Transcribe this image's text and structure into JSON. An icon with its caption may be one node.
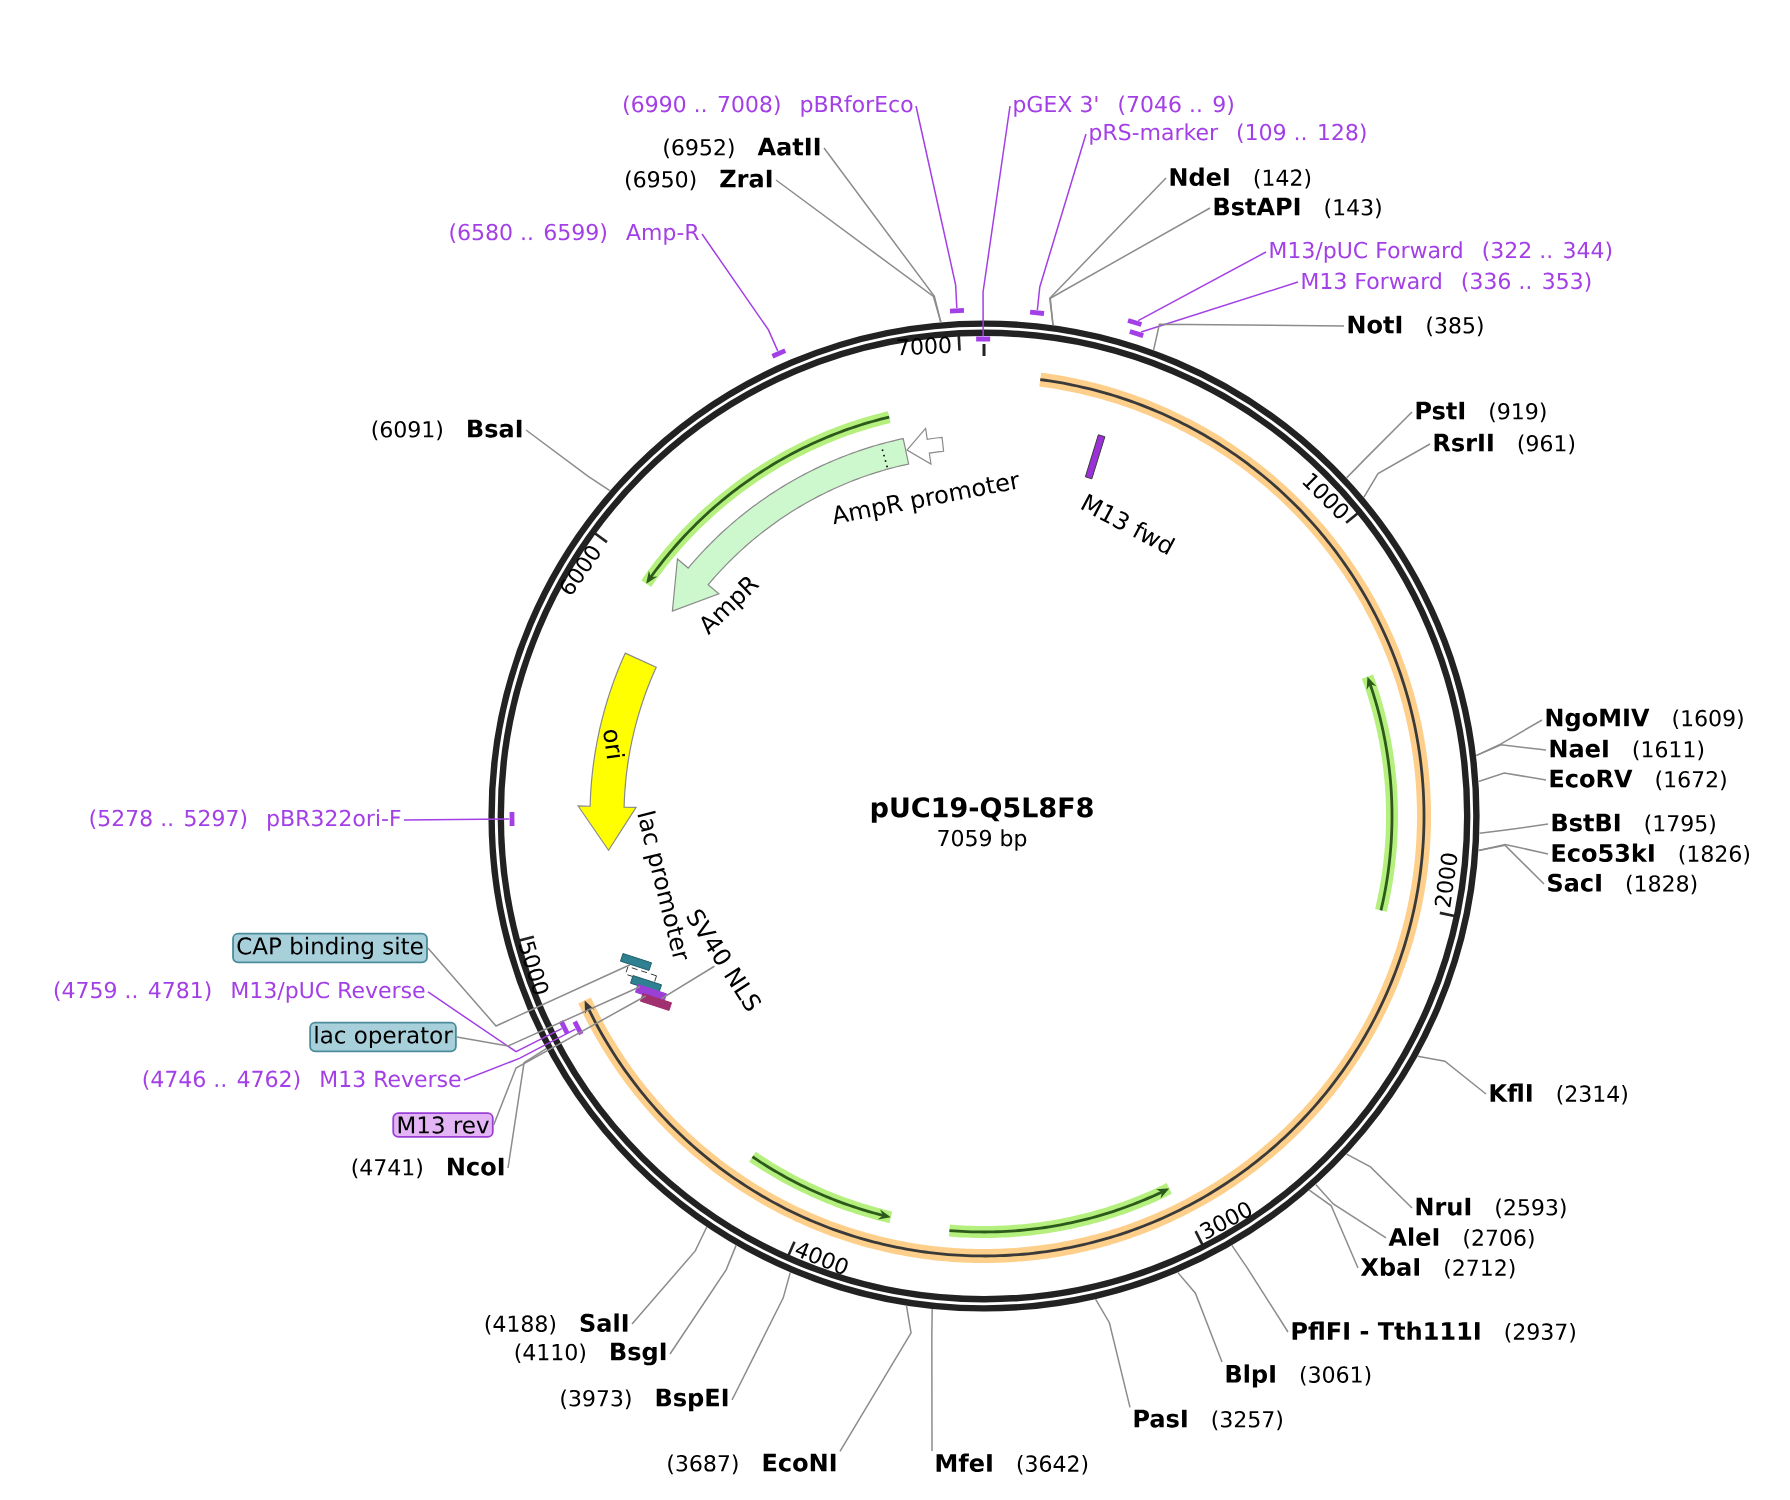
{
  "diagram": {
    "nodes": [
      {
        "text": [
          "pUC19-Q5L8F8",
          "7059 bp"
        ]
      },
      {
        "text": [
          "(6990 .. 7008)",
          "pBRforEco"
        ]
      },
      {
        "text": [
          "pGEX 3'",
          "(7046 .. 9)"
        ]
      },
      {
        "text": [
          "pRS-marker",
          "(109 .. 128)"
        ]
      },
      {
        "text": [
          "(6952)",
          "AatII"
        ]
      },
      {
        "text": [
          "NdeI",
          "(142)"
        ]
      },
      {
        "text": [
          "(6950)",
          "ZraI"
        ]
      },
      {
        "text": [
          "BstAPI",
          "(143)"
        ]
      },
      {
        "text": [
          "(6580 .. 6599)",
          "Amp-R"
        ]
      },
      {
        "text": [
          "M13/pUC Forward",
          "(322 .. 344)"
        ]
      },
      {
        "text": [
          "M13 Forward",
          "(336 .. 353)"
        ]
      },
      {
        "text": [
          "NotI",
          "(385)"
        ]
      },
      {
        "text": [
          "PstI",
          "(919)"
        ]
      },
      {
        "text": [
          "(6091)",
          "BsaI"
        ]
      },
      {
        "text": [
          "RsrII",
          "(961)"
        ]
      },
      {
        "text": [
          "AmpR promoter"
        ],
        "in": 0
      },
      {
        "text": [
          "AmpR"
        ],
        "in": 0
      },
      {
        "text": [
          "M13 fwd"
        ],
        "in": 0
      },
      {
        "text": [
          "ori"
        ],
        "in": 0
      },
      {
        "text": [
          "NgoMIV",
          "(1609)"
        ]
      },
      {
        "text": [
          "NaeI",
          "(1611)"
        ]
      },
      {
        "text": [
          "EcoRV",
          "(1672)"
        ]
      },
      {
        "text": [
          "(5278 .. 5297)",
          "pBR322ori-F"
        ]
      },
      {
        "text": [
          "BstBI",
          "(1795)"
        ]
      },
      {
        "text": [
          "Eco53kI",
          "(1826)"
        ]
      },
      {
        "text": [
          "SacI",
          "(1828)"
        ]
      },
      {
        "text": [
          "lac promoter"
        ],
        "in": 0
      },
      {
        "text": [
          "SV40 NLS"
        ],
        "in": 0
      },
      {
        "text": [
          "CAP binding site"
        ]
      },
      {
        "text": [
          "(4759 .. 4781)",
          "M13/pUC Reverse"
        ]
      },
      {
        "text": [
          "lac operator"
        ]
      },
      {
        "text": [
          "(4746 .. 4762)",
          "M13 Reverse"
        ]
      },
      {
        "text": [
          "KflI",
          "(2314)"
        ]
      },
      {
        "text": [
          "M13 rev"
        ]
      },
      {
        "text": [
          "(4741)",
          "NcoI"
        ]
      },
      {
        "text": [
          "NruI",
          "(2593)"
        ]
      },
      {
        "text": [
          "AleI",
          "(2706)"
        ]
      },
      {
        "text": [
          "XbaI",
          "(2712)"
        ]
      },
      {
        "text": [
          "(4188)",
          "SalI"
        ]
      },
      {
        "text": [
          "PflFI - Tth111I",
          "(2937)"
        ]
      },
      {
        "text": [
          "(4110)",
          "BsgI"
        ]
      },
      {
        "text": [
          "BlpI",
          "(3061)"
        ]
      },
      {
        "text": [
          "(3973)",
          "BspEI"
        ]
      },
      {
        "text": [
          "PasI",
          "(3257)"
        ]
      },
      {
        "text": [
          "(3687)",
          "EcoNI"
        ]
      },
      {
        "text": [
          "MfeI",
          "(3642)"
        ]
      },
      {
        "text": [],
        "shape": "bar",
        "in": 0
      },
      {
        "text": [],
        "shape": "bar",
        "in": 0
      },
      {
        "text": [],
        "shape": "bar",
        "in": 0
      },
      {
        "text": [],
        "shape": "bar",
        "in": 0
      },
      {
        "text": [],
        "shape": "bar",
        "in": 0
      },
      {
        "text": [],
        "shape": "bar",
        "in": 0
      },
      {
        "text": [],
        "shape": "bar",
        "in": 0
      },
      {
        "text": [],
        "shape": "bar",
        "in": 0
      },
      {
        "text": [],
        "shape": "bar"
      },
      {
        "text": [],
        "shape": "bar"
      },
      {
        "text": [],
        "shape": "bar",
        "in": 0
      },
      {
        "text": [],
        "shape": "bar"
      },
      {
        "text": [],
        "shape": "bar"
      },
      {
        "text": [],
        "shape": "bar"
      }
    ],
    "edges": [
      {
        "from": 1,
        "to": 55,
        "arrow": "none",
        "color": "#a33fe6"
      },
      {
        "from": 2,
        "to": 56,
        "arrow": "none",
        "color": "#a33fe6"
      },
      {
        "from": 3,
        "to": 57,
        "arrow": "none",
        "color": "#a33fe6"
      },
      {
        "from": 4,
        "to": 0,
        "arrow": "none"
      },
      {
        "from": 5,
        "to": 0,
        "arrow": "none"
      },
      {
        "from": 6,
        "to": 0,
        "arrow": "none"
      },
      {
        "from": 7,
        "to": 0,
        "arrow": "none"
      },
      {
        "from": 8,
        "to": 54,
        "arrow": "none",
        "color": "#a33fe6"
      },
      {
        "from": 9,
        "to": 58,
        "arrow": "none",
        "color": "#a33fe6"
      },
      {
        "from": 10,
        "to": 59,
        "arrow": "none",
        "color": "#a33fe6"
      },
      {
        "from": 11,
        "to": 0,
        "arrow": "none"
      },
      {
        "from": 12,
        "to": 0,
        "arrow": "none"
      },
      {
        "from": 13,
        "to": 0,
        "arrow": "none"
      },
      {
        "from": 14,
        "to": 0,
        "arrow": "none"
      },
      {
        "from": 19,
        "to": 0,
        "arrow": "none"
      },
      {
        "from": 20,
        "to": 0,
        "arrow": "none"
      },
      {
        "from": 21,
        "to": 0,
        "arrow": "none"
      },
      {
        "from": 22,
        "to": 46,
        "arrow": "none",
        "color": "#a33fe6"
      },
      {
        "from": 23,
        "to": 0,
        "arrow": "none"
      },
      {
        "from": 24,
        "to": 0,
        "arrow": "none"
      },
      {
        "from": 25,
        "to": 0,
        "arrow": "none"
      },
      {
        "from": 27,
        "to": 53,
        "arrow": "none"
      },
      {
        "from": 28,
        "to": 49,
        "arrow": "none"
      },
      {
        "from": 29,
        "to": 47,
        "arrow": "none",
        "color": "#a33fe6"
      },
      {
        "from": 30,
        "to": 51,
        "arrow": "none"
      },
      {
        "from": 31,
        "to": 48,
        "arrow": "none",
        "color": "#a33fe6"
      },
      {
        "from": 32,
        "to": 0,
        "arrow": "none"
      },
      {
        "from": 33,
        "to": 52,
        "arrow": "none"
      },
      {
        "from": 34,
        "to": 0,
        "arrow": "none"
      },
      {
        "from": 35,
        "to": 0,
        "arrow": "none"
      },
      {
        "from": 36,
        "to": 0,
        "arrow": "none"
      },
      {
        "from": 37,
        "to": 0,
        "arrow": "none"
      },
      {
        "from": 38,
        "to": 0,
        "arrow": "none"
      },
      {
        "from": 39,
        "to": 0,
        "arrow": "none"
      },
      {
        "from": 40,
        "to": 0,
        "arrow": "none"
      },
      {
        "from": 41,
        "to": 0,
        "arrow": "none"
      },
      {
        "from": 42,
        "to": 0,
        "arrow": "none"
      },
      {
        "from": 43,
        "to": 0,
        "arrow": "none"
      },
      {
        "from": 44,
        "to": 0,
        "arrow": "none"
      },
      {
        "from": 45,
        "to": 0,
        "arrow": "none"
      }
    ],
    "labels": [
      "7000",
      "1000",
      "6000",
      "2000",
      "5000",
      "3000",
      "4000"
    ]
  }
}
